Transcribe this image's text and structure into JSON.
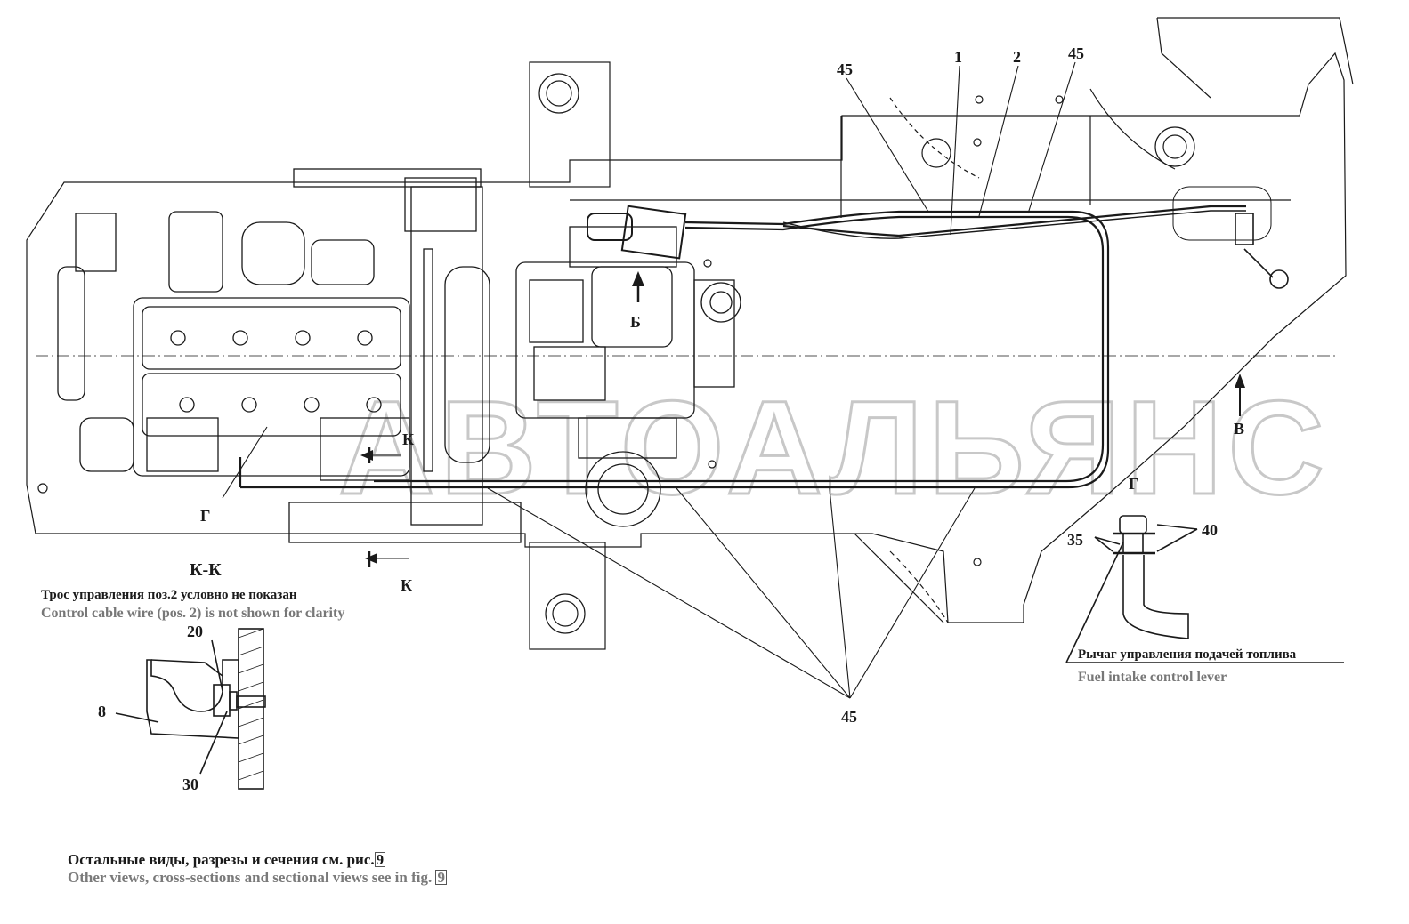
{
  "callouts": {
    "c45_top_left": "45",
    "c1": "1",
    "c2": "2",
    "c45_top_right": "45",
    "c45_bottom": "45",
    "c35": "35",
    "c40": "40",
    "c20": "20",
    "c8": "8",
    "c30": "30"
  },
  "view_markers": {
    "b": "Б",
    "v": "В",
    "g_right": "Г",
    "g_left": "Г",
    "k_upper": "К",
    "k_lower": "К"
  },
  "section_kk": {
    "title": "К-К",
    "note_ru": "Трос управления поз.2 условно не показан",
    "note_en": "Control cable wire (pos. 2) is not shown for clarity"
  },
  "lever": {
    "caption_ru": "Рычаг управления подачей топлива",
    "caption_en": "Fuel intake control lever"
  },
  "footer": {
    "note_ru": "Остальные виды, разрезы и сечения см. рис.",
    "note_en": "Other views, cross-sections and sectional views see in fig.",
    "fig_ref": "9"
  },
  "watermark": "АВТОАЛЬЯНС",
  "colors": {
    "line": "#1a1a1a",
    "ru_text": "#1a1a1a",
    "en_text": "#7a7a7a",
    "watermark": "#c8c8c8"
  }
}
